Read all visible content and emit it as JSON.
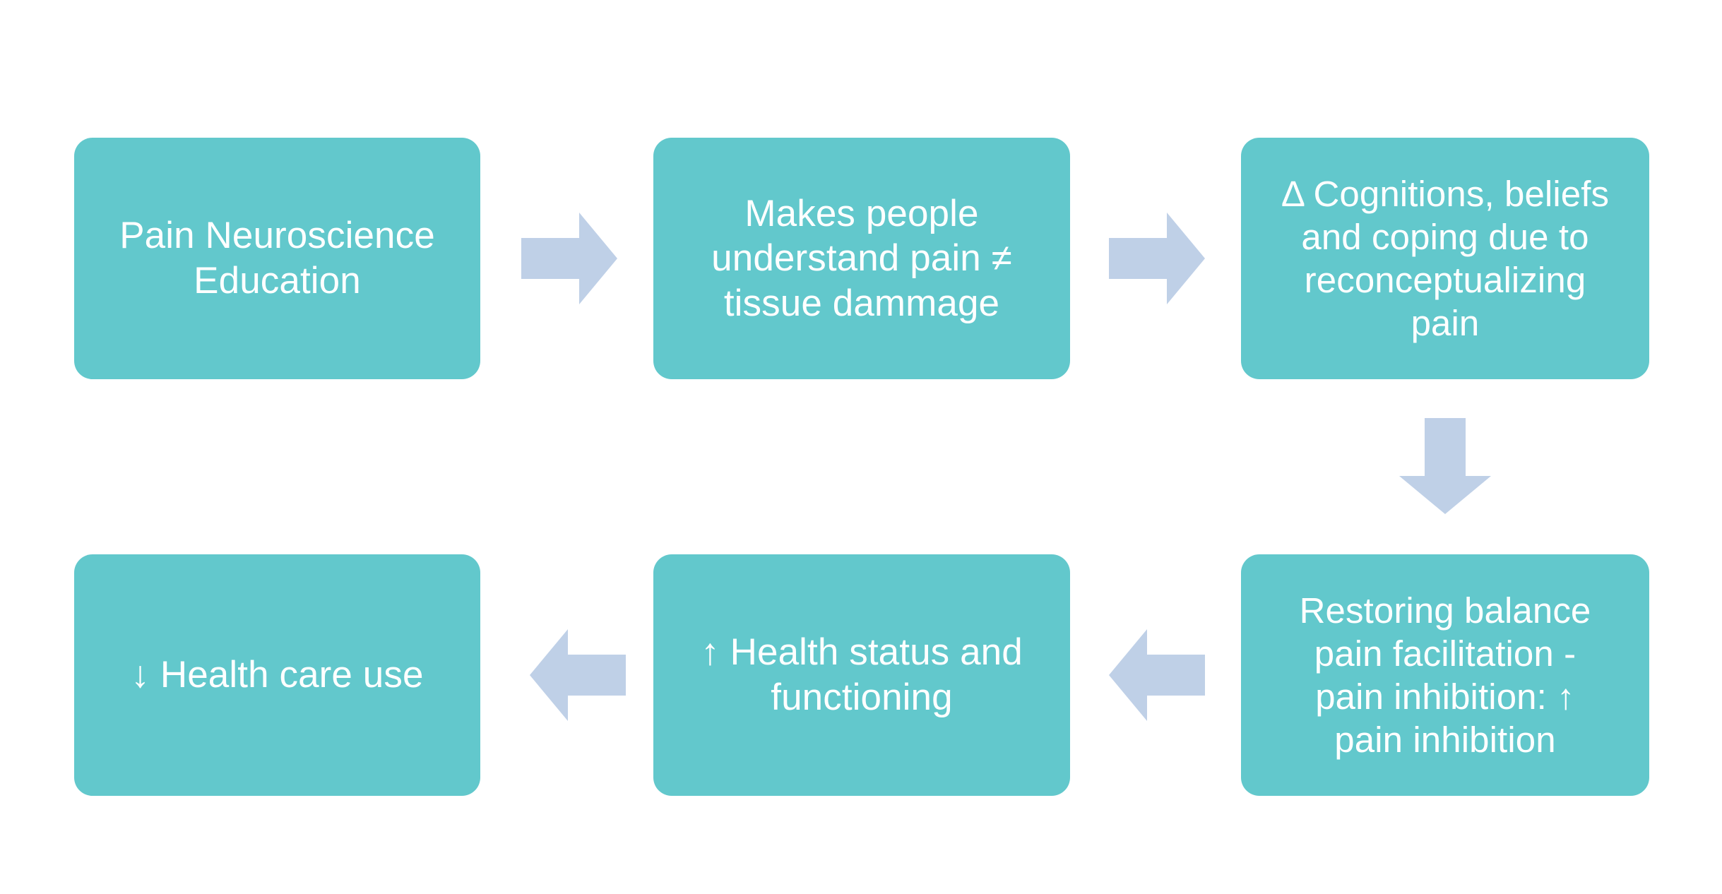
{
  "diagram": {
    "title": "Pain Neuroscience Education outcome flowchart",
    "colors": {
      "node_fill": "#62c8cc",
      "node_text": "#ffffff",
      "arrow_fill": "#bfd0e7",
      "background": "#ffffff"
    },
    "nodes": [
      {
        "id": "pne",
        "label": "Pain Neuroscience\nEducation",
        "row": "top",
        "column": "left"
      },
      {
        "id": "understand",
        "label": "Makes people\nunderstand pain ≠\ntissue dammage",
        "row": "top",
        "column": "middle"
      },
      {
        "id": "cognitions",
        "label": "Δ Cognitions, beliefs\nand coping due to\nreconceptualizing\npain",
        "row": "top",
        "column": "right"
      },
      {
        "id": "restoring",
        "label": "Restoring balance\npain facilitation -\npain inhibition: ↑\npain inhibition",
        "row": "bottom",
        "column": "right"
      },
      {
        "id": "healthstatus",
        "label": "↑ Health status and\nfunctioning",
        "row": "bottom",
        "column": "middle"
      },
      {
        "id": "healthcare",
        "label": "↓ Health care use",
        "row": "bottom",
        "column": "left"
      }
    ],
    "arrows": [
      {
        "id": "pne-to-understand",
        "direction": "right",
        "from": "pne",
        "to": "understand"
      },
      {
        "id": "understand-to-cog",
        "direction": "right",
        "from": "understand",
        "to": "cognitions"
      },
      {
        "id": "cog-to-restoring",
        "direction": "down",
        "from": "cognitions",
        "to": "restoring"
      },
      {
        "id": "restoring-to-health",
        "direction": "left",
        "from": "restoring",
        "to": "healthstatus"
      },
      {
        "id": "health-to-care",
        "direction": "left",
        "from": "healthstatus",
        "to": "healthcare"
      }
    ]
  }
}
